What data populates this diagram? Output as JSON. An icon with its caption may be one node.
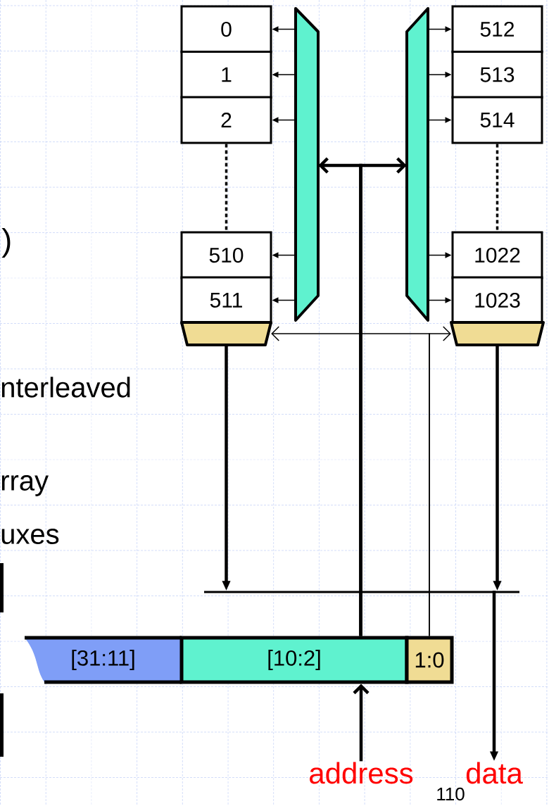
{
  "diagram": {
    "nodes": [
      {
        "text": [
          "0"
        ]
      },
      {
        "text": [
          "1"
        ]
      },
      {
        "text": [
          "2"
        ]
      },
      {
        "text": [
          "510"
        ]
      },
      {
        "text": [
          "511"
        ]
      },
      {
        "text": [
          "512"
        ]
      },
      {
        "text": [
          "513"
        ]
      },
      {
        "text": [
          "514"
        ]
      },
      {
        "text": [
          "1022"
        ]
      },
      {
        "text": [
          "1023"
        ]
      },
      {
        "text": [],
        "shape": "trapezoid"
      },
      {
        "text": [],
        "shape": "trapezoid"
      },
      {
        "text": [],
        "shape": "trapezoid"
      },
      {
        "text": [],
        "shape": "trapezoid"
      },
      {
        "text": [
          "[31:11]"
        ]
      },
      {
        "text": [
          "[10:2]"
        ]
      },
      {
        "text": [
          "1:0"
        ]
      },
      {
        "text": [
          "address"
        ]
      },
      {
        "text": [
          "data"
        ]
      },
      {
        "text": [],
        "shape": "bar"
      }
    ],
    "edges": [
      {
        "from": 10,
        "to": 0,
        "arrow": "to"
      },
      {
        "from": 10,
        "to": 1,
        "arrow": "to"
      },
      {
        "from": 10,
        "to": 2,
        "arrow": "to"
      },
      {
        "from": 10,
        "to": 3,
        "arrow": "to"
      },
      {
        "from": 10,
        "to": 4,
        "arrow": "to"
      },
      {
        "from": 11,
        "to": 5,
        "arrow": "to"
      },
      {
        "from": 11,
        "to": 6,
        "arrow": "to"
      },
      {
        "from": 11,
        "to": 7,
        "arrow": "to"
      },
      {
        "from": 11,
        "to": 8,
        "arrow": "to"
      },
      {
        "from": 11,
        "to": 9,
        "arrow": "to"
      },
      {
        "from": 2,
        "to": 3,
        "arrow": "none",
        "style": "dashed"
      },
      {
        "from": 7,
        "to": 8,
        "arrow": "none",
        "style": "dashed"
      },
      {
        "from": 15,
        "to": 10,
        "arrow": "to",
        "style": "thick"
      },
      {
        "from": 15,
        "to": 11,
        "arrow": "to",
        "style": "thick"
      },
      {
        "from": 16,
        "to": 12,
        "arrow": "to"
      },
      {
        "from": 16,
        "to": 13,
        "arrow": "to"
      },
      {
        "from": 12,
        "to": 19,
        "arrow": "to",
        "style": "thick"
      },
      {
        "from": 13,
        "to": 19,
        "arrow": "to",
        "style": "thick"
      },
      {
        "from": 19,
        "to": 18,
        "arrow": "to",
        "style": "thick"
      },
      {
        "from": 17,
        "to": 15,
        "arrow": "to",
        "style": "thick"
      }
    ],
    "labels": [
      ")",
      "nterleaved",
      "rray",
      "uxes",
      "110"
    ]
  }
}
